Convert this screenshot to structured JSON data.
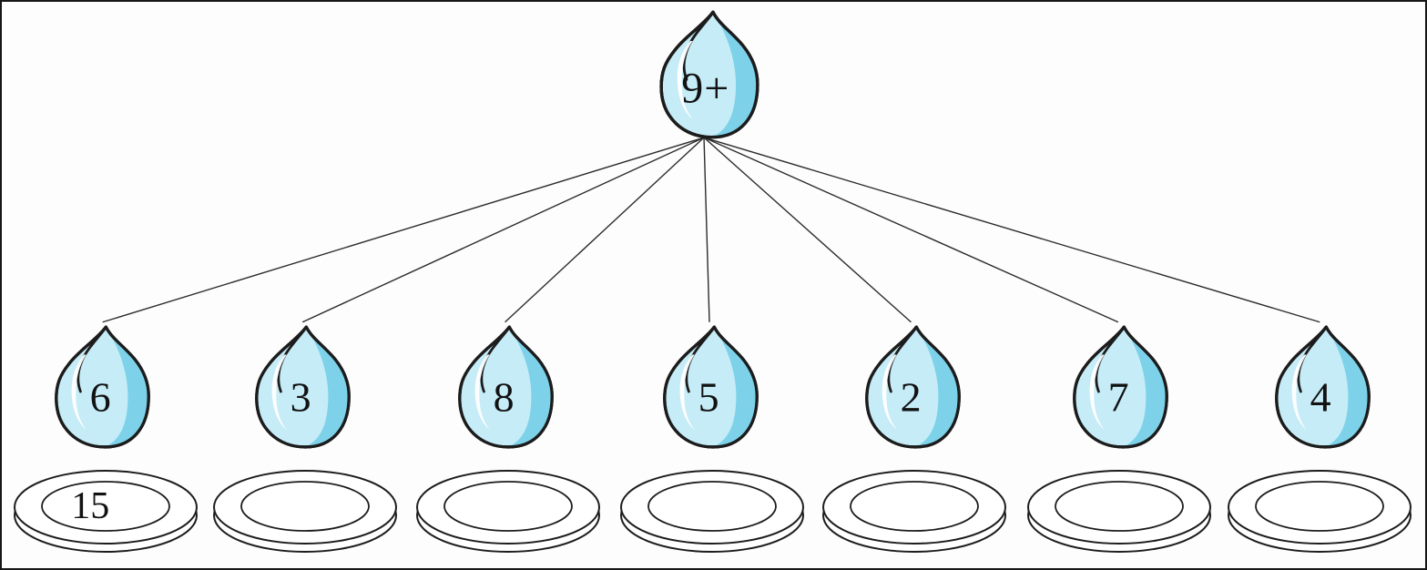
{
  "worksheet": {
    "sum_label": "9+",
    "addends": [
      "6",
      "3",
      "8",
      "5",
      "2",
      "7",
      "4"
    ],
    "answers": [
      "15",
      "",
      "",
      "",
      "",
      "",
      ""
    ],
    "colors": {
      "drop_body": "#c6ecf7",
      "drop_shade": "#7dd2e9",
      "drop_highlight": "#ffffff",
      "outline": "#1c1c1c",
      "line": "#2b2b2b",
      "background": "#fdfdfd"
    }
  }
}
